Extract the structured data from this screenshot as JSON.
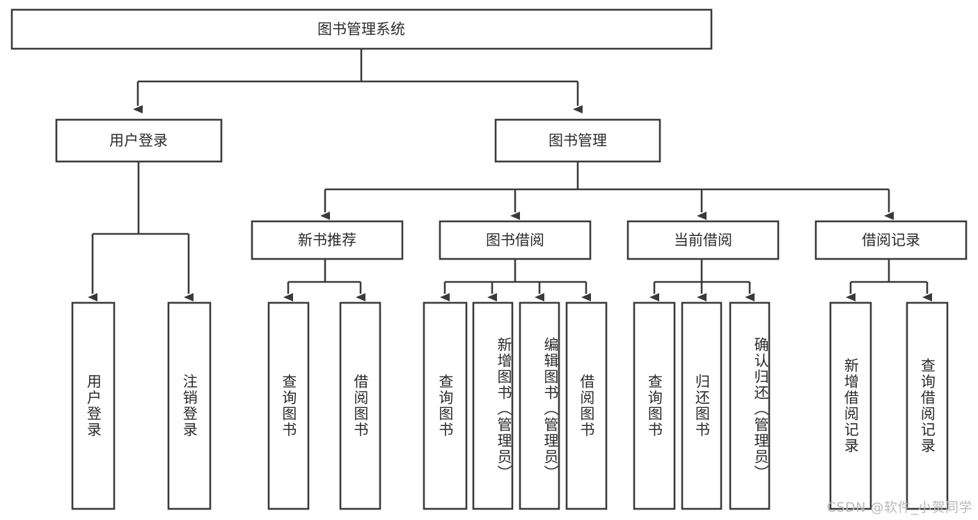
{
  "diagram": {
    "type": "tree",
    "title": "图书管理系统",
    "watermark": "CSDN @软件_小贺同学",
    "colors": {
      "background": "#ffffff",
      "box_fill": "#ffffff",
      "box_stroke": "#3a3a3a",
      "connector": "#3a3a3a",
      "text": "#2b2b2b",
      "watermark": "#b9b9b9"
    },
    "root": {
      "label": "图书管理系统"
    },
    "level2": [
      {
        "label": "用户登录"
      },
      {
        "label": "图书管理"
      }
    ],
    "level3": [
      {
        "label": "新书推荐"
      },
      {
        "label": "图书借阅"
      },
      {
        "label": "当前借阅"
      },
      {
        "label": "借阅记录"
      }
    ],
    "leaves": {
      "user_login": [
        {
          "label": "用户登录"
        },
        {
          "label": "注销登录"
        }
      ],
      "new_book_recommend": [
        {
          "label": "查询图书"
        },
        {
          "label": "借阅图书"
        }
      ],
      "book_borrow": [
        {
          "label": "查询图书"
        },
        {
          "label": "新增图书（管理员）"
        },
        {
          "label": "编辑图书（管理员）"
        },
        {
          "label": "借阅图书"
        }
      ],
      "current_borrow": [
        {
          "label": "查询图书"
        },
        {
          "label": "归还图书"
        },
        {
          "label": "确认归还（管理员）"
        }
      ],
      "borrow_record": [
        {
          "label": "新增借阅记录"
        },
        {
          "label": "查询借阅记录"
        }
      ]
    }
  }
}
